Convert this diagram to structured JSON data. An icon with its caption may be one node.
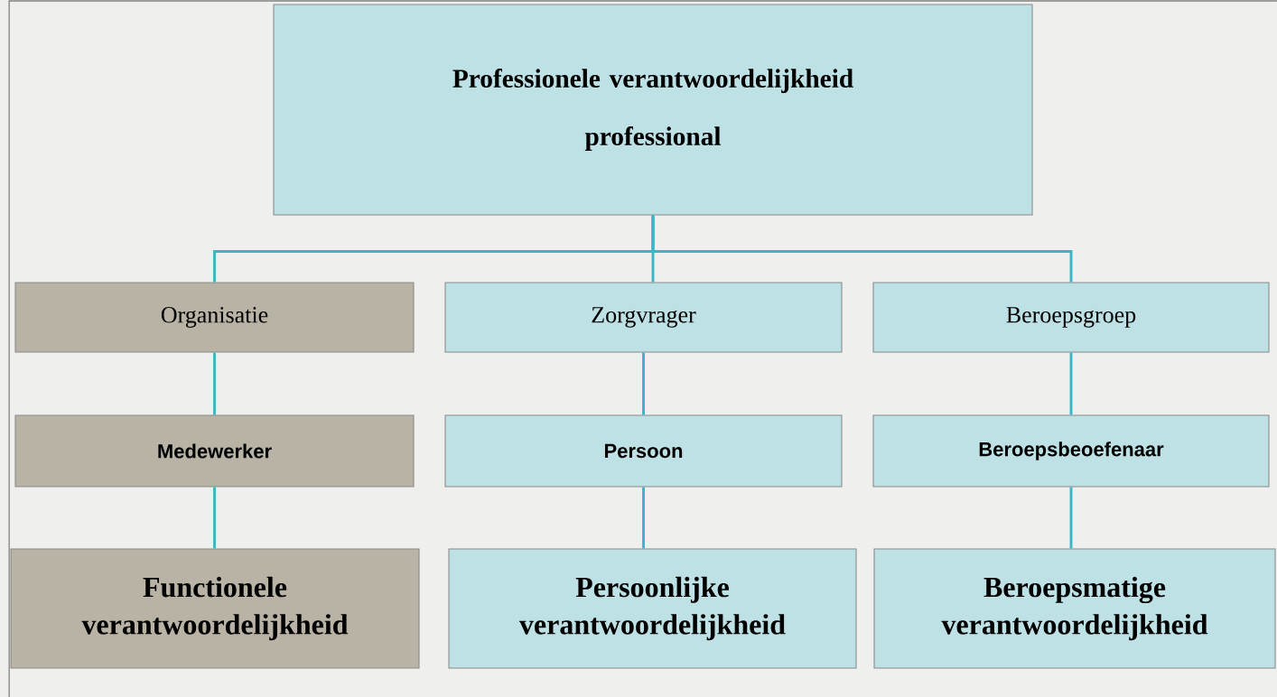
{
  "diagram": {
    "nodes": [
      {
        "text": [
          "Professionele verantwoordelijkheid",
          "professional"
        ]
      },
      {
        "text": [
          "Organisatie"
        ]
      },
      {
        "text": [
          "Zorgvrager"
        ]
      },
      {
        "text": [
          "Beroepsgroep"
        ]
      },
      {
        "text": [
          "Medewerker"
        ]
      },
      {
        "text": [
          "Persoon"
        ]
      },
      {
        "text": [
          "Beroepsbeoefenaar"
        ]
      },
      {
        "text": [
          "Functionele verantwoordelijkheid"
        ]
      },
      {
        "text": [
          "Persoonlijke verantwoordelijkheid"
        ]
      },
      {
        "text": [
          "Beroepsmatige verantwoordelijkheid"
        ]
      }
    ],
    "edges": [
      {
        "from": 0,
        "to": 1,
        "arrow": "none"
      },
      {
        "from": 0,
        "to": 2,
        "arrow": "none"
      },
      {
        "from": 0,
        "to": 3,
        "arrow": "none"
      },
      {
        "from": 1,
        "to": 4,
        "arrow": "none"
      },
      {
        "from": 2,
        "to": 5,
        "arrow": "none"
      },
      {
        "from": 3,
        "to": 6,
        "arrow": "none"
      },
      {
        "from": 4,
        "to": 7,
        "arrow": "none"
      },
      {
        "from": 5,
        "to": 8,
        "arrow": "none"
      },
      {
        "from": 6,
        "to": 9,
        "arrow": "none"
      }
    ]
  }
}
